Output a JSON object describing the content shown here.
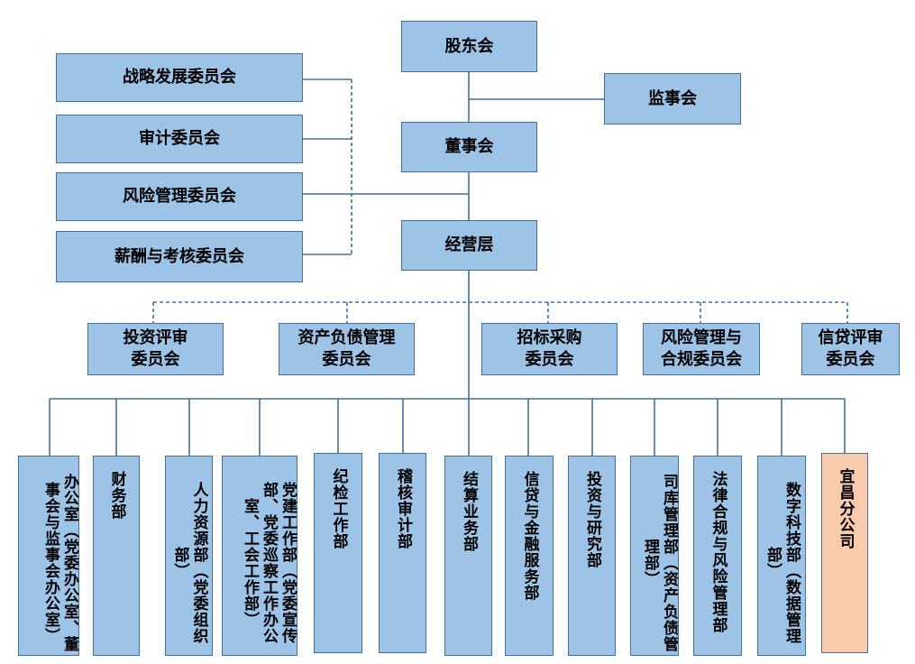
{
  "top": {
    "shareholders": "股东会",
    "supervisors": "监事会",
    "board": "董事会",
    "management": "经营层"
  },
  "board_committees": [
    "战略发展委员会",
    "审计委员会",
    "风险管理委员会",
    "薪酬与考核委员会"
  ],
  "mgmt_committees": [
    [
      "投资评审",
      "委员会"
    ],
    [
      "资产负债管理",
      "委员会"
    ],
    [
      "招标采购",
      "委员会"
    ],
    [
      "风险管理与",
      "合规委员会"
    ],
    [
      "信贷评审",
      "委员会"
    ]
  ],
  "departments": [
    "办公室（党委办公室、董事会与监事会办公室）",
    "财务部",
    "人力资源部（党委组织部）",
    "党建工作部（党委宣传部、党委巡察工作办公室、工会工作部）",
    "纪检工作部",
    "稽核审计部",
    "结算业务部",
    "信贷与金融服务部",
    "投资与研究部",
    "司库管理部（资产负债管理部）",
    "法律合规与风险管理部",
    "数字科技部（数据管理部）",
    "宜昌分公司"
  ],
  "colors": {
    "box_fill": "#9dc3e6",
    "box_border": "#41719c",
    "branch_fill": "#f8cbad",
    "line": "#41719c"
  }
}
